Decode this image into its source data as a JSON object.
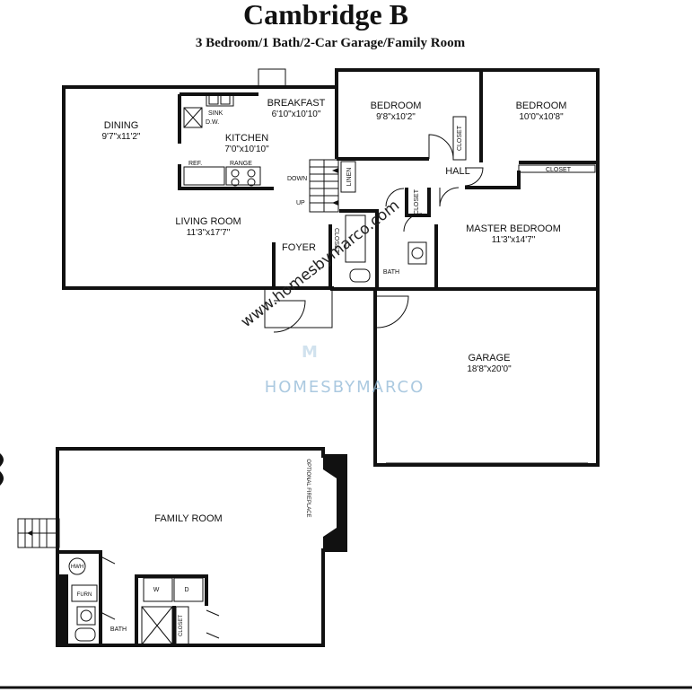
{
  "header": {
    "title": "Cambridge B",
    "subtitle": "3 Bedroom/1 Bath/2-Car Garage/Family Room"
  },
  "rooms": {
    "breakfast": {
      "name": "BREAKFAST",
      "dims": "6'10\"x10'10\""
    },
    "dining": {
      "name": "DINING",
      "dims": "9'7\"x11'2\""
    },
    "kitchen": {
      "name": "KITCHEN",
      "dims": "7'0\"x10'10\""
    },
    "living": {
      "name": "LIVING ROOM",
      "dims": "11'3\"x17'7\""
    },
    "bedroom1": {
      "name": "BEDROOM",
      "dims": "9'8\"x10'2\""
    },
    "bedroom2": {
      "name": "BEDROOM",
      "dims": "10'0\"x10'8\""
    },
    "master": {
      "name": "MASTER BEDROOM",
      "dims": "11'3\"x14'7\""
    },
    "garage": {
      "name": "GARAGE",
      "dims": "18'8\"x20'0\""
    },
    "family": {
      "name": "FAMILY ROOM"
    }
  },
  "labels": {
    "sink": "SINK",
    "dw": "D.W.",
    "ref": "REF.",
    "range": "RANGE",
    "down": "DOWN",
    "up": "UP",
    "linen": "LINEN",
    "closet": "CLOSET",
    "hall": "HALL",
    "foyer": "FOYER",
    "bath": "BATH",
    "fireplace": "OPTIONAL FIREPLACE",
    "hwh": "HWH",
    "furn": "FURN",
    "washer": "W",
    "dryer": "D"
  },
  "watermark": {
    "url": "www.homesbymarco.com",
    "brand": "HOMESBYMARCO",
    "monogram": "M"
  },
  "colors": {
    "line": "#111111",
    "watermark": "#8fb8d6"
  }
}
